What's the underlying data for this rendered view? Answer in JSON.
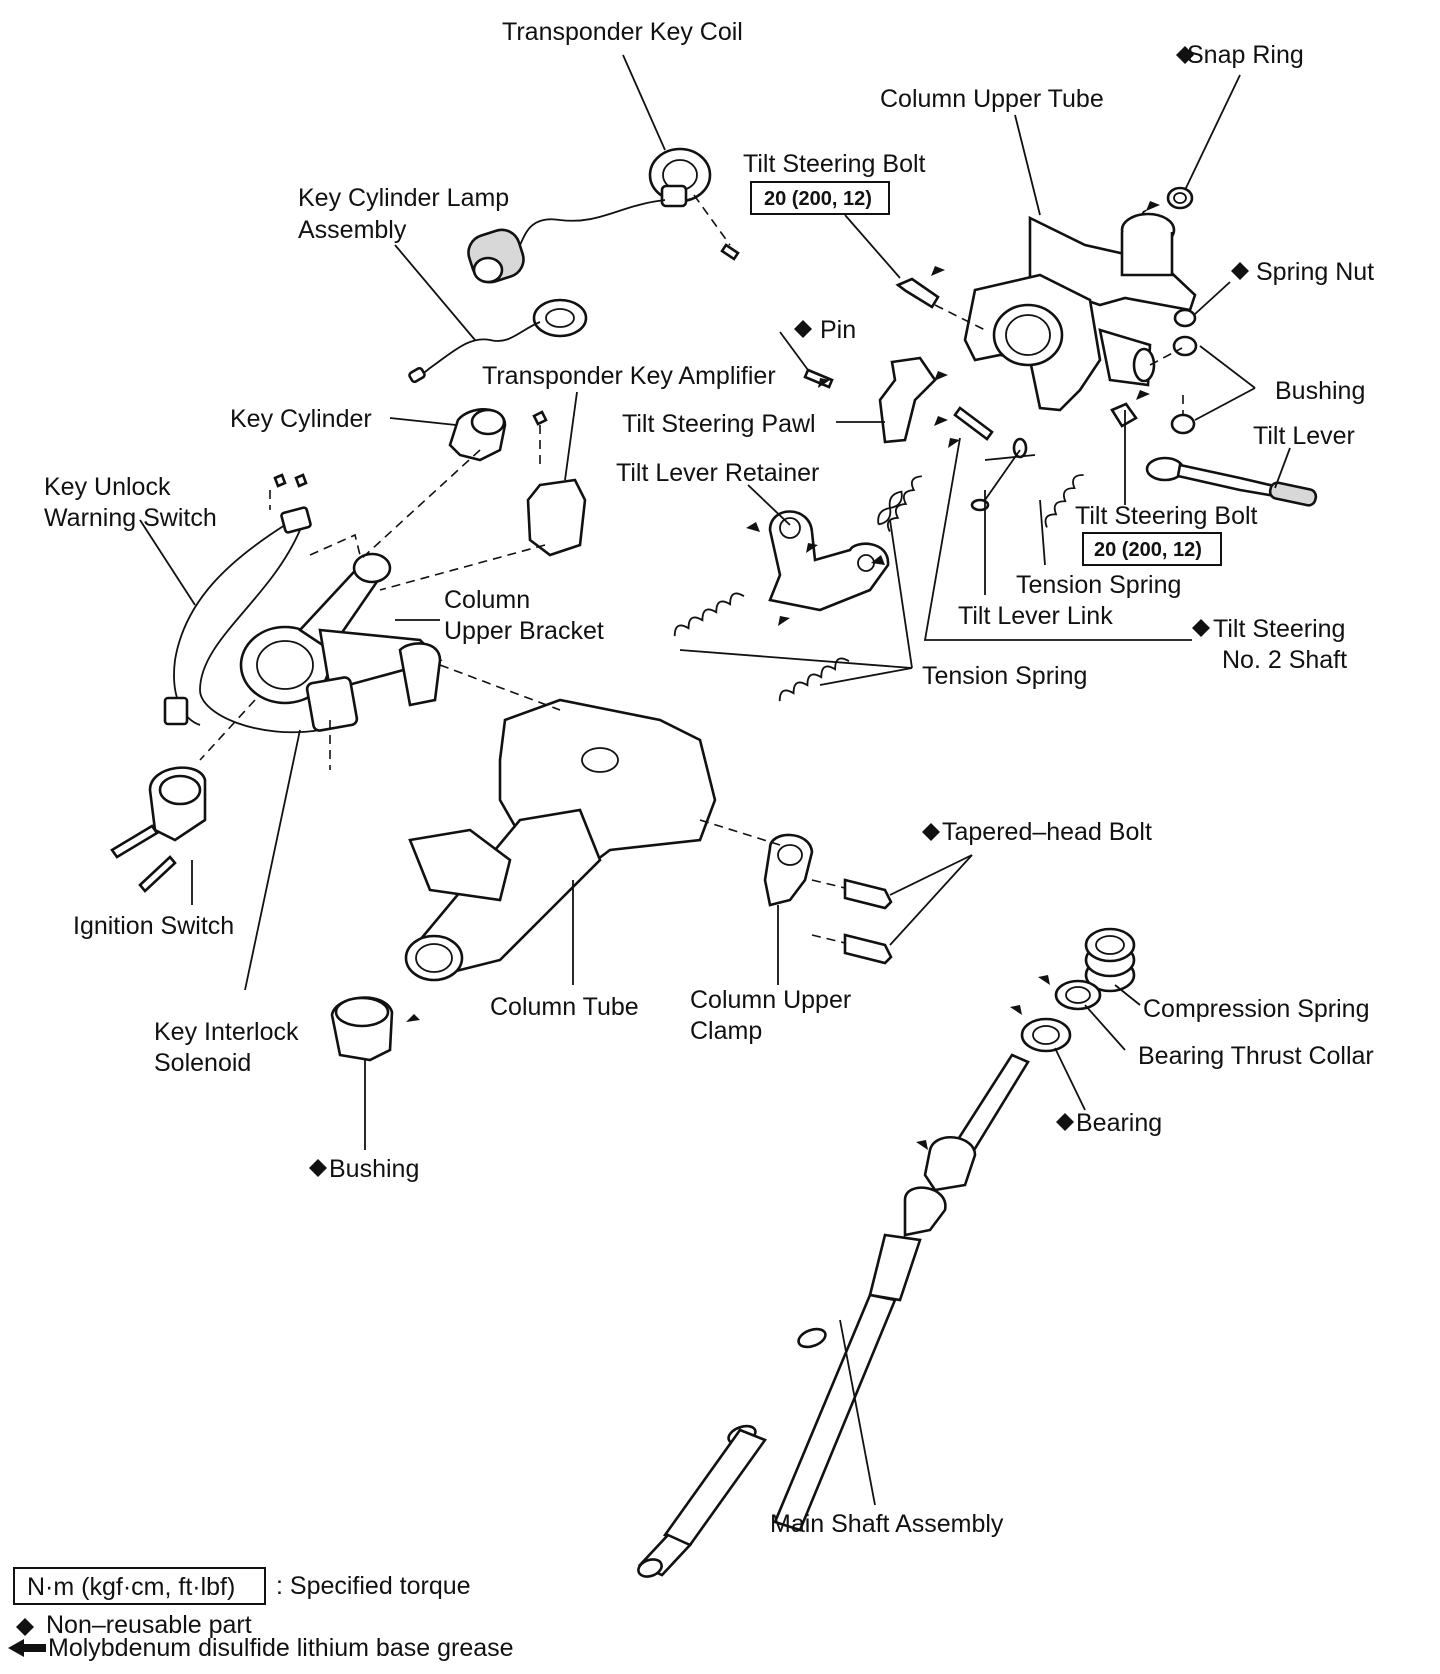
{
  "labels": {
    "transponder_key_coil": "Transponder Key Coil",
    "snap_ring": "Snap Ring",
    "column_upper_tube": "Column Upper Tube",
    "tilt_steering_bolt_top": "Tilt Steering Bolt",
    "key_cylinder_lamp_assembly_1": "Key Cylinder Lamp",
    "key_cylinder_lamp_assembly_2": "Assembly",
    "spring_nut": "Spring Nut",
    "pin": "Pin",
    "transponder_key_amplifier": "Transponder Key Amplifier",
    "bushing_right": "Bushing",
    "key_cylinder": "Key Cylinder",
    "tilt_steering_pawl": "Tilt Steering Pawl",
    "tilt_lever": "Tilt Lever",
    "tilt_lever_retainer": "Tilt Lever Retainer",
    "key_unlock_warning_switch_1": "Key Unlock",
    "key_unlock_warning_switch_2": "Warning Switch",
    "tilt_steering_bolt_right": "Tilt Steering Bolt",
    "tension_spring_right": "Tension Spring",
    "column_upper_bracket_1": "Column",
    "column_upper_bracket_2": "Upper Bracket",
    "tilt_lever_link": "Tilt Lever Link",
    "tilt_steering_no2_shaft_1": "Tilt Steering",
    "tilt_steering_no2_shaft_2": "No. 2 Shaft",
    "tension_spring_bottom": "Tension Spring",
    "tapered_head_bolt": "Tapered–head Bolt",
    "ignition_switch": "Ignition Switch",
    "compression_spring": "Compression Spring",
    "column_tube": "Column Tube",
    "column_upper_clamp_1": "Column Upper",
    "column_upper_clamp_2": "Clamp",
    "bearing_thrust_collar": "Bearing Thrust Collar",
    "key_interlock_solenoid_1": "Key Interlock",
    "key_interlock_solenoid_2": "Solenoid",
    "bearing": "Bearing",
    "bushing_bottom": "Bushing",
    "main_shaft_assembly": "Main Shaft Assembly"
  },
  "torque": {
    "top": "20 (200, 12)",
    "right": "20 (200, 12)"
  },
  "legend": {
    "torque_unit_box": "N·m (kgf·cm, ft·lbf)",
    "torque_desc": ": Specified torque",
    "non_reusable": "Non–reusable part",
    "grease": "Molybdenum disulfide lithium base grease"
  },
  "symbols": {
    "non_reusable": "diamond-icon",
    "grease": "arrow-icon"
  }
}
